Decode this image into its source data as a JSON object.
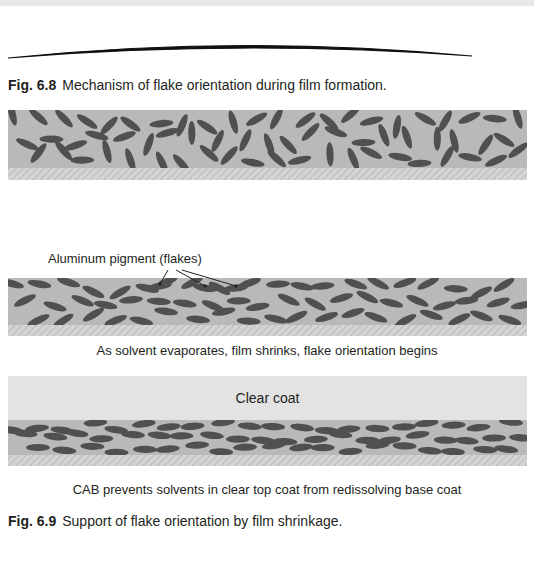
{
  "diagram": {
    "nodes": [
      {
        "text": [
          "Clear coat"
        ]
      }
    ],
    "labels": [
      "Fig. 6.8",
      "Mechanism of flake orientation during film formation.",
      "Aluminum pigment (flakes)",
      "As solvent evaporates, film shrinks, flake orientation begins",
      "CAB prevents solvents in clear top coat from redissolving base coat",
      "Fig. 6.9",
      "Support of flake orientation by film shrinkage."
    ]
  }
}
